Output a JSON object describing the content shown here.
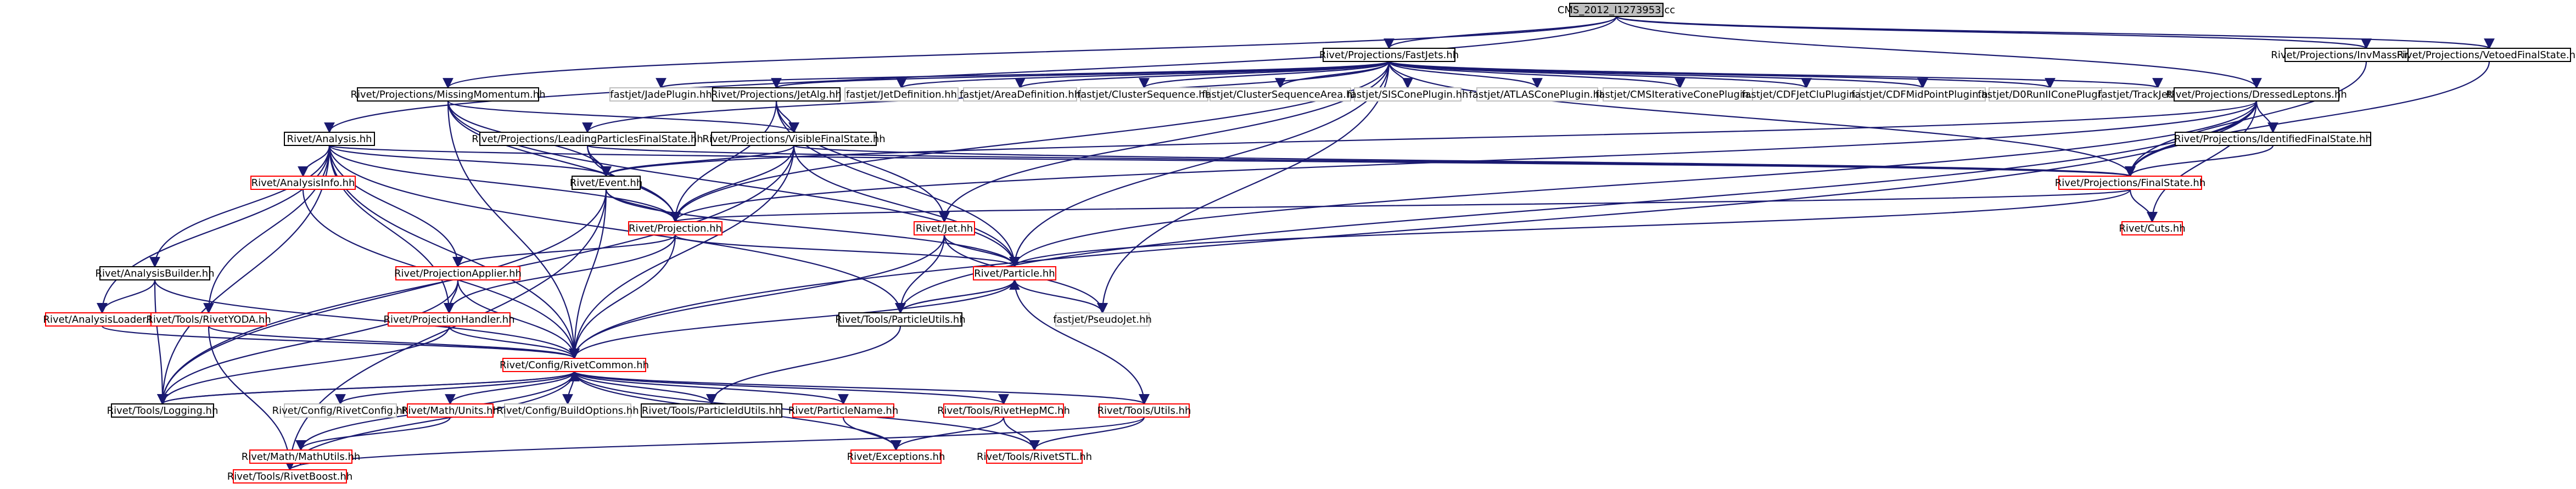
{
  "nodes": [
    {
      "id": "root",
      "label": "CMS_2012_I1273953.cc",
      "kind": "root"
    },
    {
      "id": "fastjets",
      "label": "Rivet/Projections/FastJets.hh",
      "kind": "doc"
    },
    {
      "id": "invmass",
      "label": "Rivet/Projections/InvMassFinalState.hh",
      "kind": "doc"
    },
    {
      "id": "vetoed",
      "label": "Rivet/Projections/VetoedFinalState.hh",
      "kind": "doc"
    },
    {
      "id": "missingmom",
      "label": "Rivet/Projections/MissingMomentum.hh",
      "kind": "doc"
    },
    {
      "id": "jadeplugin",
      "label": "fastjet/JadePlugin.hh",
      "kind": "ext"
    },
    {
      "id": "jetalg",
      "label": "Rivet/Projections/JetAlg.hh",
      "kind": "doc"
    },
    {
      "id": "jetdef",
      "label": "fastjet/JetDefinition.hh",
      "kind": "ext"
    },
    {
      "id": "areadef",
      "label": "fastjet/AreaDefinition.hh",
      "kind": "ext"
    },
    {
      "id": "clusterseq",
      "label": "fastjet/ClusterSequence.hh",
      "kind": "ext"
    },
    {
      "id": "clusterseqarea",
      "label": "fastjet/ClusterSequenceArea.hh",
      "kind": "ext"
    },
    {
      "id": "siscone",
      "label": "fastjet/SISConePlugin.hh",
      "kind": "ext"
    },
    {
      "id": "atlascone",
      "label": "fastjet/ATLASConePlugin.hh",
      "kind": "ext"
    },
    {
      "id": "cmsiter",
      "label": "fastjet/CMSIterativeConePlugin.hh",
      "kind": "ext"
    },
    {
      "id": "cdfjetclu",
      "label": "fastjet/CDFJetCluPlugin.hh",
      "kind": "ext"
    },
    {
      "id": "cdfmidpoint",
      "label": "fastjet/CDFMidPointPlugin.hh",
      "kind": "ext"
    },
    {
      "id": "d0runii",
      "label": "fastjet/D0RunIIConePlugin.hh",
      "kind": "ext"
    },
    {
      "id": "trackjet",
      "label": "fastjet/TrackJetPlugin.hh",
      "kind": "ext"
    },
    {
      "id": "dressedlep",
      "label": "Rivet/Projections/DressedLeptons.hh",
      "kind": "doc"
    },
    {
      "id": "analysis",
      "label": "Rivet/Analysis.hh",
      "kind": "doc"
    },
    {
      "id": "leadingpart",
      "label": "Rivet/Projections/LeadingParticlesFinalState.hh",
      "kind": "doc"
    },
    {
      "id": "visiblefs",
      "label": "Rivet/Projections/VisibleFinalState.hh",
      "kind": "doc"
    },
    {
      "id": "identifiedfs",
      "label": "Rivet/Projections/IdentifiedFinalState.hh",
      "kind": "doc"
    },
    {
      "id": "analysisinfo",
      "label": "Rivet/AnalysisInfo.hh",
      "kind": "int"
    },
    {
      "id": "event",
      "label": "Rivet/Event.hh",
      "kind": "doc"
    },
    {
      "id": "finalstate",
      "label": "Rivet/Projections/FinalState.hh",
      "kind": "int"
    },
    {
      "id": "projection",
      "label": "Rivet/Projection.hh",
      "kind": "int"
    },
    {
      "id": "jet",
      "label": "Rivet/Jet.hh",
      "kind": "int"
    },
    {
      "id": "cuts",
      "label": "Rivet/Cuts.hh",
      "kind": "int"
    },
    {
      "id": "analysisbuilder",
      "label": "Rivet/AnalysisBuilder.hh",
      "kind": "doc"
    },
    {
      "id": "projapplier",
      "label": "Rivet/ProjectionApplier.hh",
      "kind": "int"
    },
    {
      "id": "particle",
      "label": "Rivet/Particle.hh",
      "kind": "int"
    },
    {
      "id": "analysisloader",
      "label": "Rivet/AnalysisLoader.hh",
      "kind": "int"
    },
    {
      "id": "rivetyoda",
      "label": "Rivet/Tools/RivetYODA.hh",
      "kind": "int"
    },
    {
      "id": "projhandler",
      "label": "Rivet/ProjectionHandler.hh",
      "kind": "int"
    },
    {
      "id": "particleutils",
      "label": "Rivet/Tools/ParticleUtils.hh",
      "kind": "doc"
    },
    {
      "id": "pseudojet",
      "label": "fastjet/PseudoJet.hh",
      "kind": "ext"
    },
    {
      "id": "rivetcommon",
      "label": "Rivet/Config/RivetCommon.hh",
      "kind": "int"
    },
    {
      "id": "logging",
      "label": "Rivet/Tools/Logging.hh",
      "kind": "doc"
    },
    {
      "id": "rivetconfig",
      "label": "Rivet/Config/RivetConfig.hh",
      "kind": "ext"
    },
    {
      "id": "units",
      "label": "Rivet/Math/Units.hh",
      "kind": "int"
    },
    {
      "id": "buildoptions",
      "label": "Rivet/Config/BuildOptions.hh",
      "kind": "ext"
    },
    {
      "id": "particleidutils",
      "label": "Rivet/Tools/ParticleIdUtils.hh",
      "kind": "doc"
    },
    {
      "id": "particlename",
      "label": "Rivet/ParticleName.hh",
      "kind": "int"
    },
    {
      "id": "rivethepmc",
      "label": "Rivet/Tools/RivetHepMC.hh",
      "kind": "int"
    },
    {
      "id": "utils",
      "label": "Rivet/Tools/Utils.hh",
      "kind": "int"
    },
    {
      "id": "mathutils",
      "label": "Rivet/Math/MathUtils.hh",
      "kind": "int"
    },
    {
      "id": "exceptions",
      "label": "Rivet/Exceptions.hh",
      "kind": "int"
    },
    {
      "id": "rivetstl",
      "label": "Rivet/Tools/RivetSTL.hh",
      "kind": "int"
    },
    {
      "id": "rivetboost",
      "label": "Rivet/Tools/RivetBoost.hh",
      "kind": "int"
    }
  ]
}
